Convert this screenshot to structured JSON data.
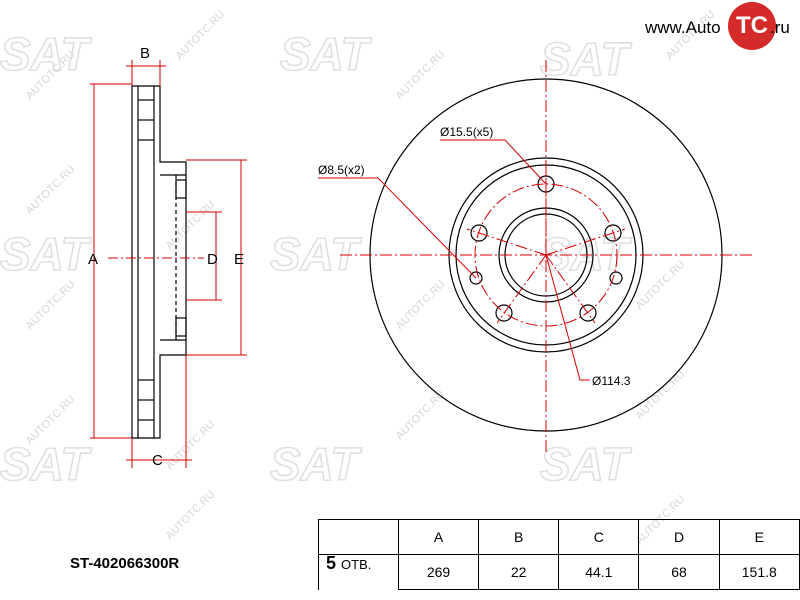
{
  "brand": {
    "prefix": "www.Auto",
    "badge": "TC",
    "suffix": ".ru",
    "watermark_text": "AUTOTC.RU",
    "badge_color": "#d42a2a"
  },
  "drawing": {
    "dim_labels": {
      "A": "A",
      "B": "B",
      "C": "C",
      "D": "D",
      "E": "E"
    },
    "callouts": {
      "bolt_hole": "Ø15.5(x5)",
      "small_hole": "Ø8.5(x2)",
      "pcd": "Ø114.3"
    },
    "line_color": "#d40000"
  },
  "part_number": "ST-402066300R",
  "holes": {
    "count": "5",
    "unit": "ОТВ."
  },
  "spec_table": {
    "headers": [
      "A",
      "B",
      "C",
      "D",
      "E"
    ],
    "values": [
      "269",
      "22",
      "44.1",
      "68",
      "151.8"
    ]
  }
}
